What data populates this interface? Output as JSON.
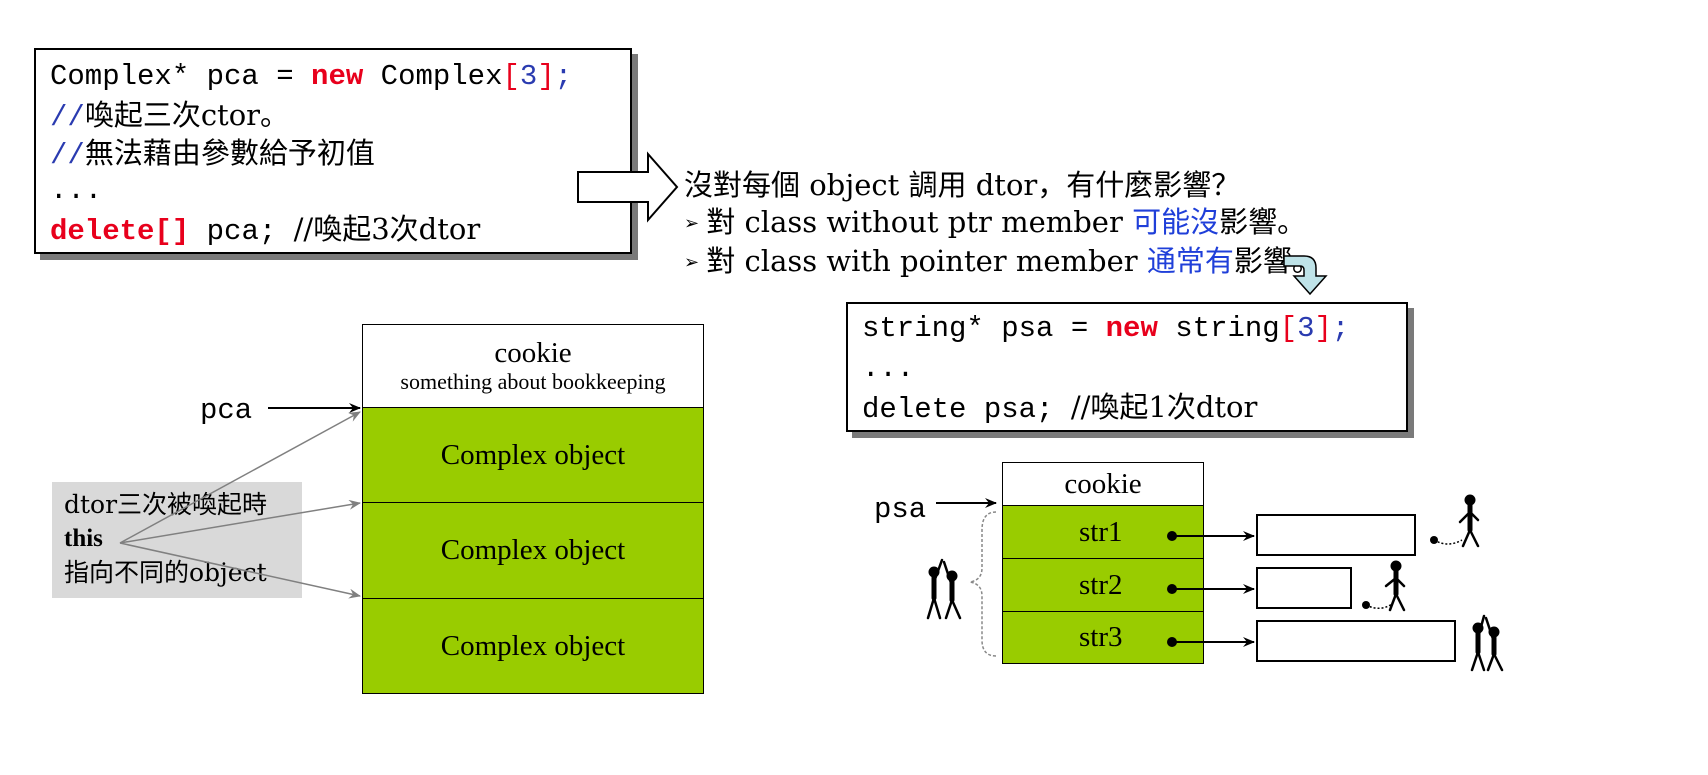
{
  "code_box_1": {
    "line1": {
      "a": "Complex* pca = ",
      "kw": "new",
      "b": " Complex",
      "lb": "[",
      "num": "3",
      "rb": "]",
      "semi": ";"
    },
    "line2": {
      "slashes": "//",
      "text": "喚起三次ctor。"
    },
    "line3": {
      "slashes": "//",
      "text": "無法藉由參數給予初值"
    },
    "line4": "...",
    "line5": {
      "kw": "delete[]",
      "code": " pca; ",
      "comment": "//喚起3次dtor"
    }
  },
  "notes": {
    "question": "沒對每個 object 調用 dtor，有什麼影響？",
    "bullet1": {
      "prefix": "對 class without ptr member ",
      "highlight": "可能沒",
      "suffix": "影響。"
    },
    "bullet2": {
      "prefix": "對 class with pointer member ",
      "highlight": "通常有",
      "suffix": "影響。"
    },
    "bullet_glyph": "➢"
  },
  "code_box_2": {
    "line1": {
      "a": "string* psa = ",
      "kw": "new",
      "b": " string",
      "lb": "[",
      "num": "3",
      "rb": "]",
      "semi": ";"
    },
    "line2": "...",
    "line3": {
      "code": "delete psa; ",
      "comment": "//喚起1次dtor"
    }
  },
  "left_diagram": {
    "pointer_label": "pca",
    "cookie_title": "cookie",
    "cookie_subtitle": "something about bookkeeping",
    "objects": [
      "Complex object",
      "Complex object",
      "Complex object"
    ],
    "callout": {
      "line1": "dtor三次被喚起時",
      "line2": "this",
      "line3": "指向不同的object"
    }
  },
  "right_diagram": {
    "pointer_label": "psa",
    "cookie_title": "cookie",
    "strings": [
      "str1",
      "str2",
      "str3"
    ]
  },
  "colors": {
    "green": "#99cc00",
    "keyword_red": "#e8001c",
    "comment_blue": "#2a3bb0",
    "highlight_blue": "#1f3fd9",
    "callout_gray": "#d9d9d9",
    "arrow_teal": "#bfe3e8"
  }
}
